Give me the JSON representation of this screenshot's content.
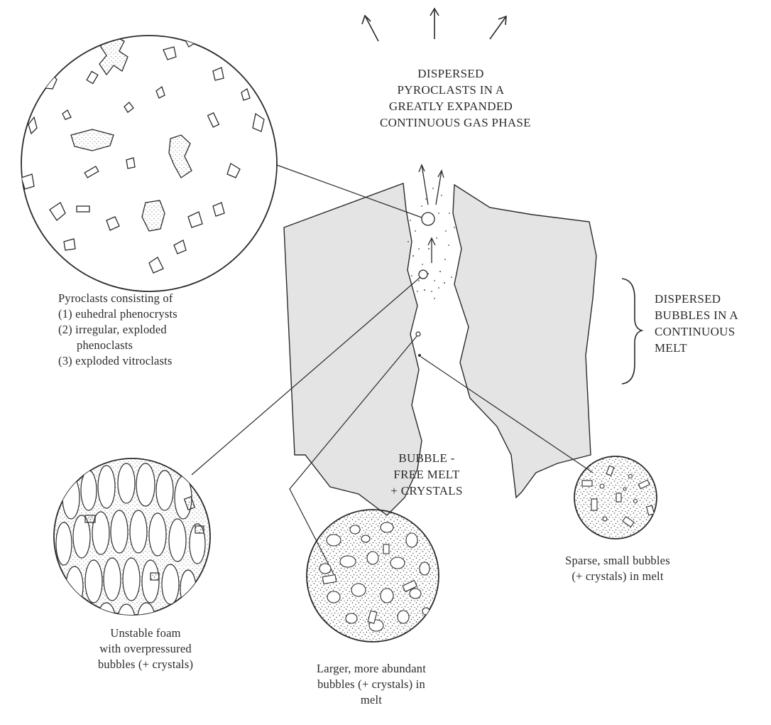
{
  "labels": {
    "dispersed_pyroclasts": [
      "DISPERSED",
      "PYROCLASTS IN A",
      "GREATLY EXPANDED",
      "CONTINUOUS GAS PHASE"
    ],
    "dispersed_bubbles": [
      "DISPERSED",
      "BUBBLES IN A",
      "CONTINUOUS",
      "MELT"
    ],
    "bubble_free": [
      "BUBBLE -",
      "FREE MELT",
      "+ CRYSTALS"
    ],
    "pyroclasts_consisting": [
      "Pyroclasts consisting of",
      "(1) euhedral phenocrysts",
      "(2) irregular, exploded",
      "phenoclasts",
      "(3) exploded vitroclasts"
    ],
    "unstable_foam": [
      "Unstable foam",
      "with overpressured",
      "bubbles (+ crystals)"
    ],
    "larger_bubbles": [
      "Larger, more abundant",
      "bubbles (+ crystals) in",
      "melt"
    ],
    "sparse_bubbles": [
      "Sparse, small bubbles",
      "(+ crystals) in melt"
    ]
  },
  "colors": {
    "rock_fill": "#e4e4e4",
    "ink": "#2a2a2a"
  }
}
